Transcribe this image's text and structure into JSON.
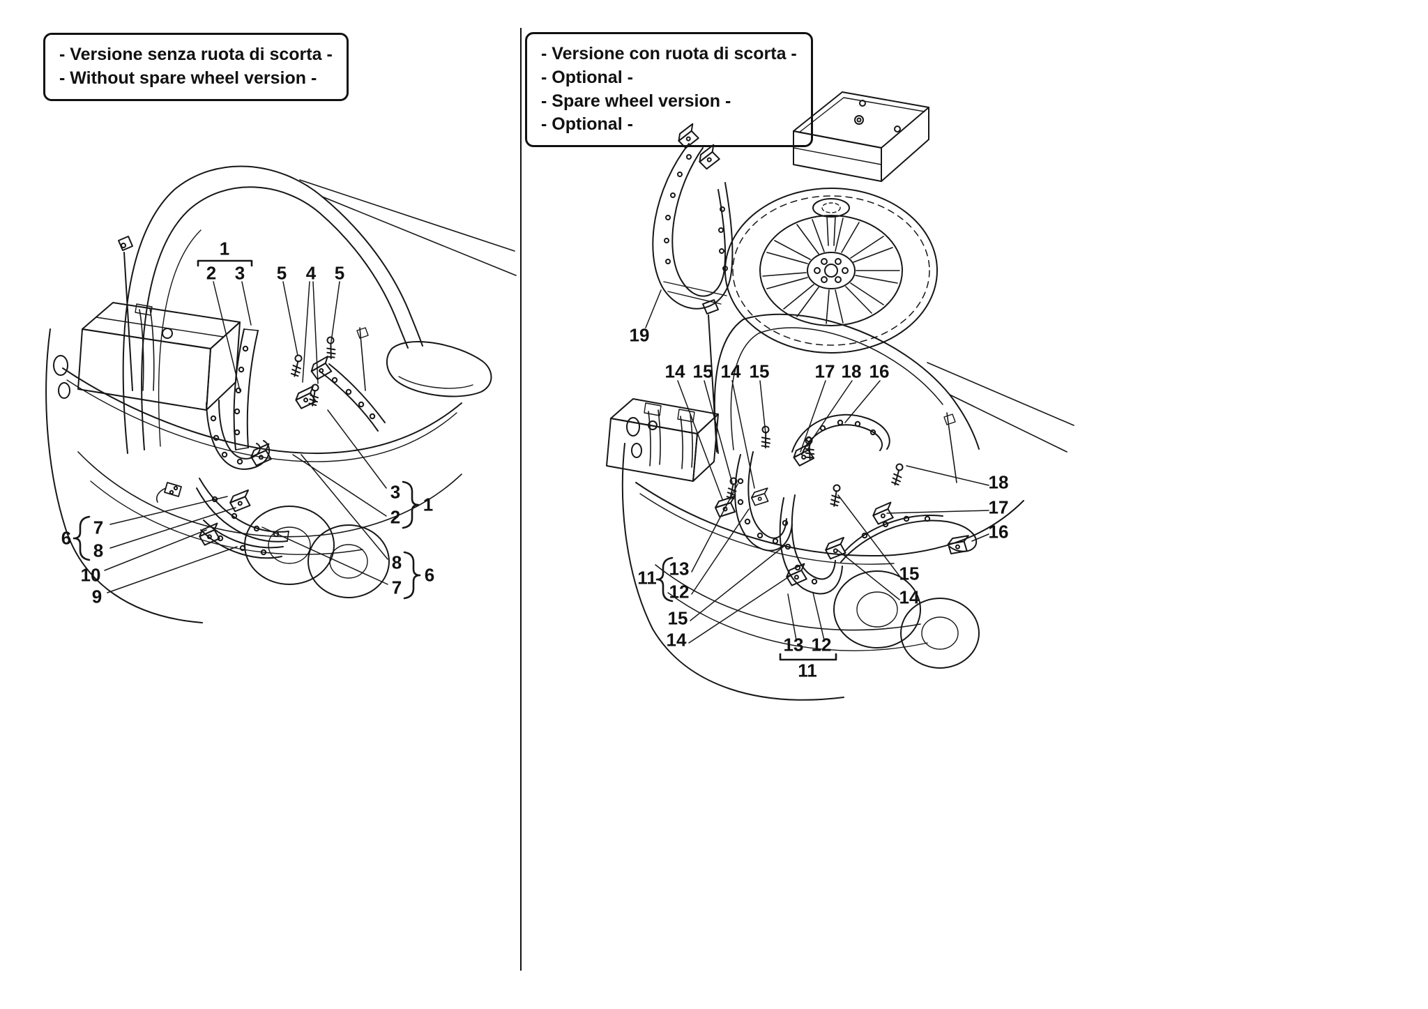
{
  "page": {
    "background": "#ffffff",
    "ink": "#111111",
    "kind": "parts-diagram"
  },
  "left_panel": {
    "header_lines": [
      "- Versione senza ruota di scorta -",
      "- Without spare wheel version -"
    ],
    "callouts": [
      "1",
      "2",
      "3",
      "5",
      "4",
      "5",
      "3",
      "2",
      "1",
      "6",
      "7",
      "8",
      "10",
      "9",
      "8",
      "7",
      "6"
    ]
  },
  "right_panel": {
    "header_lines": [
      "- Versione con ruota di scorta -",
      "- Optional -",
      "- Spare wheel version -",
      "- Optional -"
    ],
    "callouts": [
      "19",
      "14",
      "15",
      "14",
      "15",
      "17",
      "18",
      "16",
      "18",
      "17",
      "16",
      "15",
      "14",
      "11",
      "13",
      "12",
      "15",
      "14",
      "13",
      "12",
      "11"
    ]
  }
}
